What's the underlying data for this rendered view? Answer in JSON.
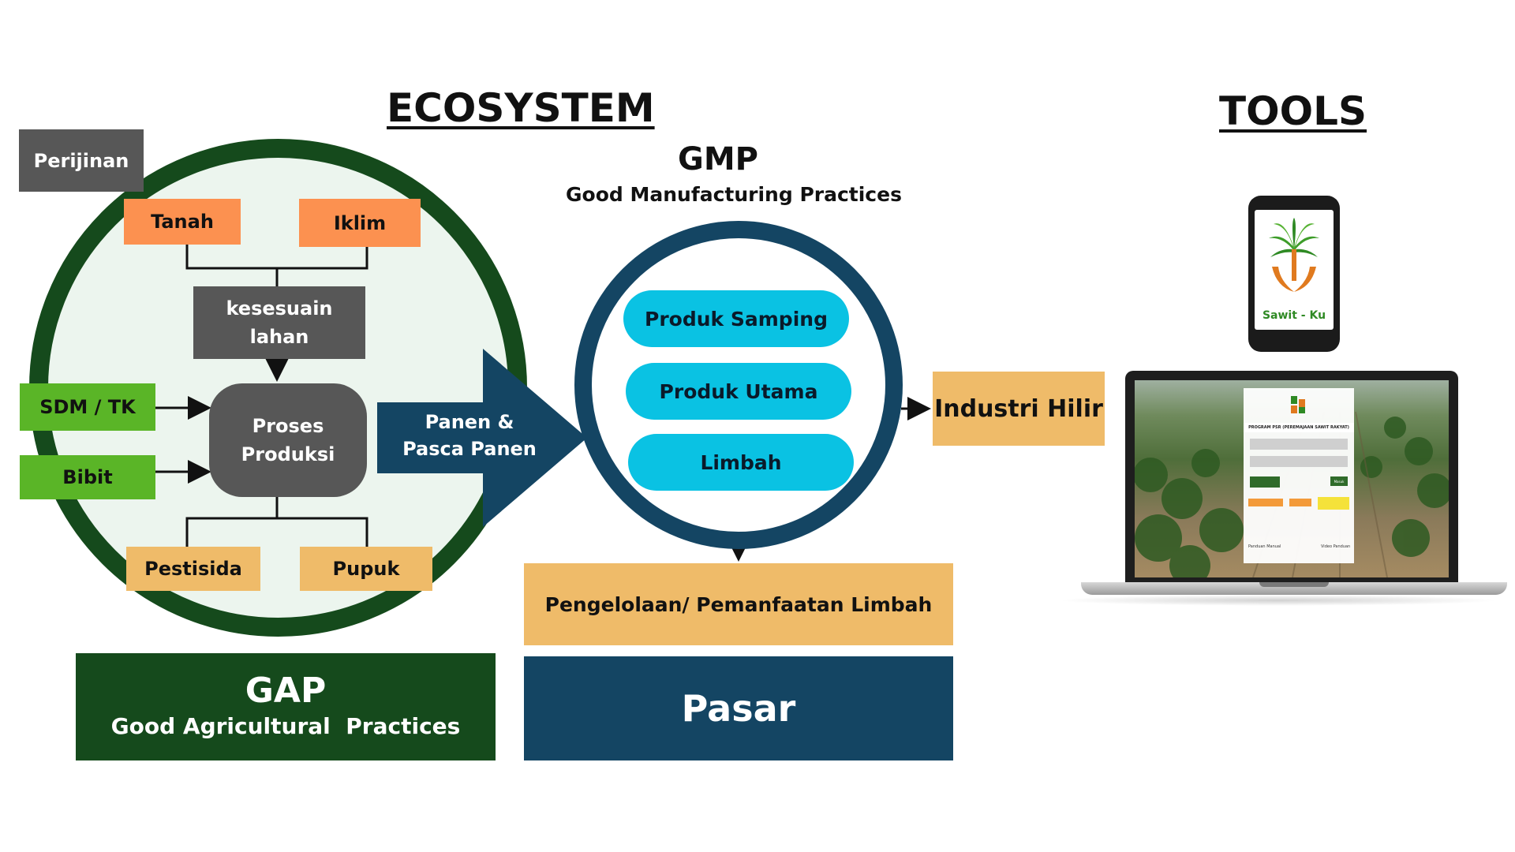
{
  "headings": {
    "ecosystem": "ECOSYSTEM",
    "tools": "TOOLS"
  },
  "gap": {
    "perijinan": "Perijinan",
    "tanah": "Tanah",
    "iklim": "Iklim",
    "kesesuaian_lahan": "kesesuain lahan",
    "sdm_tk": "SDM / TK",
    "bibit": "Bibit",
    "proses_produksi": "Proses Produksi",
    "pestisida": "Pestisida",
    "pupuk": "Pupuk",
    "title": "GAP",
    "subtitle": "Good Agricultural  Practices"
  },
  "transition": {
    "label": "Panen & Pasca Panen"
  },
  "gmp": {
    "title": "GMP",
    "subtitle": "Good Manufacturing Practices",
    "produk_samping": "Produk Samping",
    "produk_utama": "Produk Utama",
    "limbah": "Limbah",
    "pengelolaan": "Pengelolaan/ Pemanfaatan Limbah",
    "pasar": "Pasar",
    "industri_hilir": "Industri Hilir"
  },
  "tools": {
    "phone_app_name": "Sawit - Ku",
    "laptop_header": "PROGRAM PSR (PEREMAJAAN SAWIT RAKYAT)",
    "laptop_login": "Masuk",
    "laptop_manual": "Panduan Manual",
    "laptop_video": "Video Panduan"
  },
  "colors": {
    "dark_green": "#154a1c",
    "navy": "#144563",
    "cyan": "#0ac2e3",
    "orange": "#fc9150",
    "tan": "#efbb69",
    "green": "#5ab527",
    "grey": "#575757",
    "circle_fill": "#ecf5ee"
  }
}
